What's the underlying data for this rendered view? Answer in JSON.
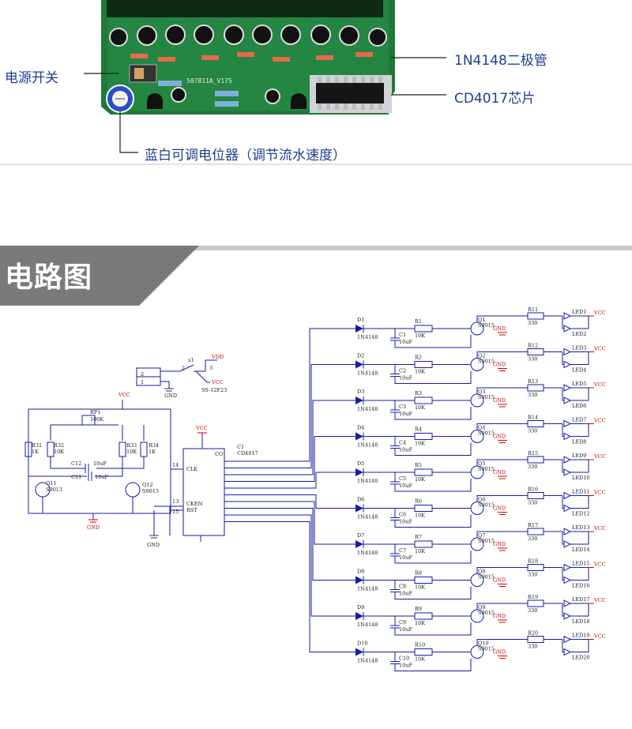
{
  "callouts": {
    "power_switch": "电源开关",
    "diode": "1N4148二极管",
    "chip": "CD4017芯片",
    "potentiometer": "蓝白可调电位器（调节流水速度）"
  },
  "board_silkscreen": "507811A_V175",
  "section_title": "电路图",
  "schematic": {
    "switch": {
      "ref": "s1",
      "part": "SS-12F23",
      "pin2": "2",
      "pin3": "3",
      "pin1_label": "1",
      "pin2_label": "2",
      "vdd": "VDD",
      "vcc": "VCC",
      "gnd": "GND"
    },
    "osc": {
      "rp": "RP1",
      "rp_val": "100K",
      "r1": "R31",
      "r1_val": "1K",
      "r2": "R32",
      "r2_val": "10K",
      "r3": "R33",
      "r3_val": "10K",
      "r4": "R34",
      "r4_val": "1K",
      "c12": "C12",
      "c12_val": "10uF",
      "c11": "C11",
      "c11_val": "10uF",
      "q11": "Q11",
      "q11_part": "S9013",
      "q12": "Q12",
      "q12_part": "S9013",
      "vcc": "VCC",
      "gnd": "GND"
    },
    "ic": {
      "ref": "C1",
      "part": "CD4017",
      "clk": "CLK",
      "ckin": "CKEN",
      "rst": "RST",
      "vcc": "VCC",
      "gnd": "GND",
      "pin14": "14",
      "pin13": "13",
      "pin15": "15",
      "co": "CO"
    },
    "channels": [
      {
        "d": "D1",
        "r": "R1",
        "c": "C1",
        "q": "Q1",
        "rl": "R11",
        "led_a": "LED1",
        "led_b": "LED2"
      },
      {
        "d": "D2",
        "r": "R2",
        "c": "C2",
        "q": "Q2",
        "rl": "R12",
        "led_a": "LED3",
        "led_b": "LED4"
      },
      {
        "d": "D3",
        "r": "R3",
        "c": "C3",
        "q": "Q3",
        "rl": "R13",
        "led_a": "LED5",
        "led_b": "LED6"
      },
      {
        "d": "D4",
        "r": "R4",
        "c": "C4",
        "q": "Q4",
        "rl": "R14",
        "led_a": "LED7",
        "led_b": "LED8"
      },
      {
        "d": "D5",
        "r": "R5",
        "c": "C5",
        "q": "Q5",
        "rl": "R15",
        "led_a": "LED9",
        "led_b": "LED10"
      },
      {
        "d": "D6",
        "r": "R6",
        "c": "C6",
        "q": "Q6",
        "rl": "R16",
        "led_a": "LED11",
        "led_b": "LED12"
      },
      {
        "d": "D7",
        "r": "R7",
        "c": "C7",
        "q": "Q7",
        "rl": "R17",
        "led_a": "LED13",
        "led_b": "LED14"
      },
      {
        "d": "D8",
        "r": "R8",
        "c": "C8",
        "q": "Q8",
        "rl": "R18",
        "led_a": "LED15",
        "led_b": "LED16"
      },
      {
        "d": "D9",
        "r": "R9",
        "c": "C9",
        "q": "Q9",
        "rl": "R19",
        "led_a": "LED17",
        "led_b": "LED18"
      },
      {
        "d": "D10",
        "r": "R10",
        "c": "C10",
        "q": "Q10",
        "rl": "R20",
        "led_a": "LED19",
        "led_b": "LED20"
      }
    ],
    "channel_values": {
      "d_part": "1N4148",
      "r_val": "10K",
      "c_val": "10uF",
      "q_part": "S9015",
      "rl_val": "330",
      "gnd": "GND",
      "vcc": "VCC"
    }
  },
  "colors": {
    "label_blue": "#1d3f8f",
    "pcb_green": "#1f7a3a",
    "wire": "#1a1aa6",
    "power_red": "#cc0000",
    "banner_gray": "#c8c8c8",
    "banner_dark": "#7a7a7a"
  }
}
